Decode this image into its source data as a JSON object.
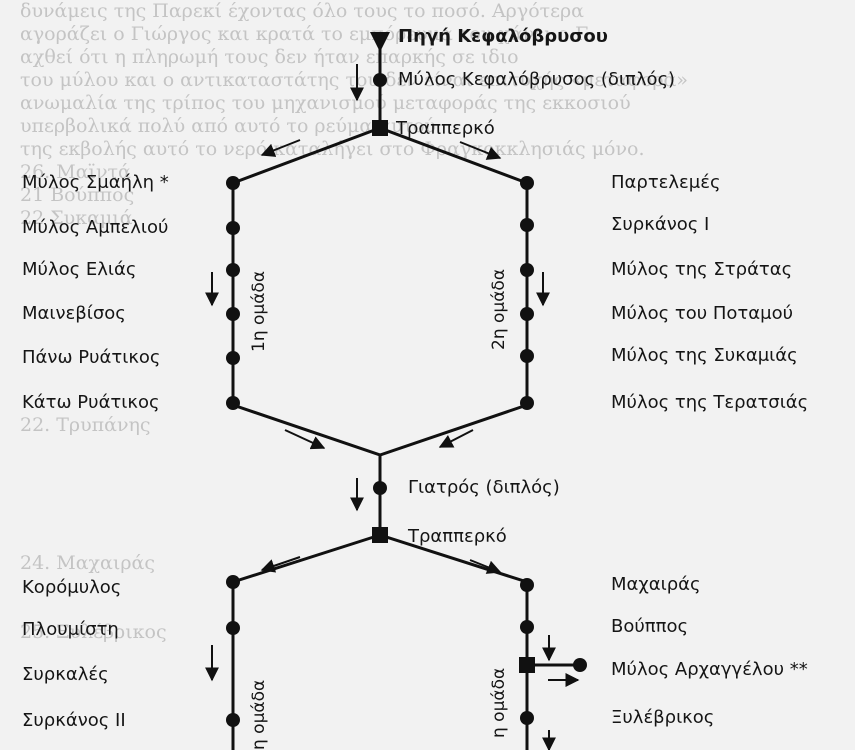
{
  "diagram": {
    "source": "Πηγή Κεφαλόβρυσου",
    "top_mill": "Μύλος Κεφαλόβρυσος (διπλός)",
    "split_1": "Τραππερκό",
    "group1_label": "1η ομάδα",
    "group2_label": "2η ομάδα",
    "group1_mills": [
      "Μύλος Σμαήλη *",
      "Μύλος Αμπελιού",
      "Μύλος Ελιάς",
      "Μαινεβίσος",
      "Πάνω Ρυάτικος",
      "Κάτω Ρυάτικος"
    ],
    "group2_mills": [
      "Παρτελεμές",
      "Συρκάνος Ι",
      "Μύλος της Στράτας",
      "Μύλος του Ποταμού",
      "Μύλος της Συκαμιάς",
      "Μύλος της Τερατσιάς"
    ],
    "middle_mill": "Γιατρός (διπλός)",
    "split_2": "Τραππερκό",
    "group3_label": "η ομάδα",
    "group4_label": "η ομάδα",
    "group3_mills": [
      "Κορόμυλος",
      "Πλουμίστη",
      "Συρκαλές",
      "Συρκάνος ΙΙ"
    ],
    "group4_mills": [
      "Μαχαιράς",
      "Βούππος",
      "Μύλος Αρχαγγέλου **",
      "Ξυλέβρικος"
    ]
  },
  "background_text": [
    "δυνάμεις της Παρεκί έχοντας όλο τους το ποσό. Αργότερα",
    "αγοράζει ο Γιώργος και κρατά το εμπόρευμα του χάνει ο Γ.",
    "αχθεί ότι η πληρωμή τους δεν ήταν επαρκής σε ιδιο",
    "του μύλου και ο αντικαταστάτης του δεν είναι επιτυχής «μεταφορά»",
    "ανωμαλία της τρίπος του μηχανισμού μεταφοράς της εκκοσιού",
    "υπερβολικά πολύ από αυτό το ρεύμα αυτού",
    "της εκβολής αυτό το νερό καταλήγει στο Φραγκοκκλησιάς μόνο.",
    "26. Μαϊντά",
    "21 Βούππος",
    "22 Συκαμιά",
    "",
    "",
    "",
    "",
    "",
    "",
    "",
    "",
    "22. Τρυπάνης",
    "",
    "",
    "",
    "",
    "",
    "24. Μαχαιράς",
    "",
    "",
    "25. Ξυλέβρικος",
    "",
    "",
    ""
  ]
}
